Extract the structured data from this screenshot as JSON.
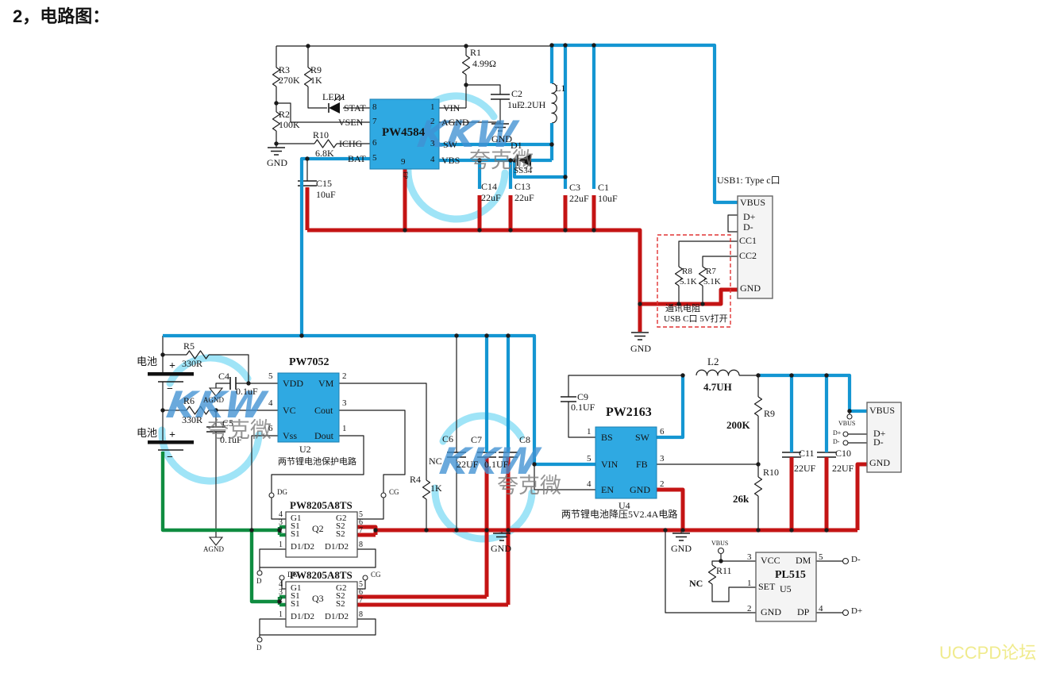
{
  "title": "2，电路图：",
  "forum_watermark": "UCCPD论坛",
  "brand": {
    "kkw": "KKW",
    "company": "夸克微"
  },
  "charger": {
    "chip_name": "PW4584",
    "pin9": "9",
    "pad": "EP",
    "gnd": "GND",
    "pins": {
      "stat": {
        "n": "8",
        "name": "STAT"
      },
      "vsen": {
        "n": "7",
        "name": "VSEN"
      },
      "ichg": {
        "n": "6",
        "name": "ICHG"
      },
      "bat": {
        "n": "5",
        "name": "BAT"
      },
      "vin": {
        "n": "1",
        "name": "VIN"
      },
      "agnd": {
        "n": "2",
        "name": "AGND"
      },
      "sw": {
        "n": "3",
        "name": "SW"
      },
      "vbs": {
        "n": "4",
        "name": "VBS"
      }
    },
    "r3": {
      "ref": "R3",
      "value": "270K"
    },
    "r9": {
      "ref": "R9",
      "value": "1K"
    },
    "r2": {
      "ref": "R2",
      "value": "100K"
    },
    "r10": {
      "ref": "R10",
      "value": "6.8K"
    },
    "r1": {
      "ref": "R1",
      "value": "4.99Ω"
    },
    "led1": {
      "ref": "LED1"
    },
    "c2": {
      "ref": "C2",
      "value": "1uF"
    },
    "l1": {
      "ref": "L1",
      "value": "2.2UH"
    },
    "d1": {
      "ref": "D1",
      "value": "SS34"
    },
    "c15": {
      "ref": "C15",
      "value": "10uF"
    },
    "c14": {
      "ref": "C14",
      "value": "22uF"
    },
    "c13": {
      "ref": "C13",
      "value": "22uF"
    },
    "c3": {
      "ref": "C3",
      "value": "22uF"
    },
    "c1": {
      "ref": "C1",
      "value": "10uF"
    }
  },
  "usb_in": {
    "title": "USB1: Type c口",
    "gnd": "GND",
    "pins": [
      "VBUS",
      "D+",
      "D-",
      "CC1",
      "CC2",
      "GND"
    ],
    "r8": {
      "ref": "R8",
      "value": "5.1K"
    },
    "r7": {
      "ref": "R7",
      "value": "5.1K"
    },
    "note1": "通讯电阻",
    "note2": "USB C口 5V打开"
  },
  "protection": {
    "chip_name": "PW7052",
    "ref": "U2",
    "caption": "两节锂电池保护电路",
    "battery": "电池",
    "plus": "+",
    "minus": "−",
    "agnd": "AGND",
    "dg": "DG",
    "cg": "CG",
    "d": "D",
    "pins": {
      "vdd": {
        "n": "5",
        "name": "VDD"
      },
      "vc": {
        "n": "4",
        "name": "VC"
      },
      "vss": {
        "n": "6",
        "name": "Vss"
      },
      "vm": {
        "n": "2",
        "name": "VM"
      },
      "cout": {
        "n": "3",
        "name": "Cout"
      },
      "dout": {
        "n": "1",
        "name": "Dout"
      }
    },
    "r5": {
      "ref": "R5",
      "value": "330R"
    },
    "r6": {
      "ref": "R6",
      "value": "330R"
    },
    "c4": {
      "ref": "C4",
      "value": "0.1uF"
    },
    "c5": {
      "ref": "C5",
      "value": "0.1uF"
    }
  },
  "mosfet": {
    "chip_name": "PW8205A8TS",
    "q2": "Q2",
    "q3": "Q3",
    "pins_left": [
      "G1",
      "S1",
      "S1",
      "D1/D2"
    ],
    "pins_right": [
      "G2",
      "S2",
      "S2",
      "D1/D2"
    ],
    "nums_left": [
      "4",
      "3",
      "2",
      "1"
    ],
    "nums_right": [
      "5",
      "6",
      "7",
      "8"
    ],
    "r4": {
      "ref": "R4",
      "value": "1K"
    }
  },
  "buck": {
    "chip_name": "PW2163",
    "ref": "U4",
    "caption": "两节锂电池降压5V2.4A电路",
    "gnd": "GND",
    "pins": {
      "bs": {
        "n": "1",
        "name": "BS"
      },
      "vin": {
        "n": "5",
        "name": "VIN"
      },
      "en": {
        "n": "4",
        "name": "EN"
      },
      "sw": {
        "n": "6",
        "name": "SW"
      },
      "fb": {
        "n": "3",
        "name": "FB"
      },
      "gnd": {
        "n": "2",
        "name": "GND"
      }
    },
    "c9": {
      "ref": "C9",
      "value": "0.1UF"
    },
    "c6": {
      "ref": "C6",
      "value": "NC"
    },
    "c7": {
      "ref": "C7",
      "value": "22UF"
    },
    "c8": {
      "ref": "C8",
      "value": "0.1UF"
    },
    "l2": {
      "ref": "L2",
      "value": "4.7UH"
    },
    "r9": {
      "ref": "R9",
      "value": "200K"
    },
    "r10": {
      "ref": "R10",
      "value": "26k"
    },
    "c11": {
      "ref": "C11",
      "value": "22UF"
    },
    "c10": {
      "ref": "C10",
      "value": "22UF"
    }
  },
  "usb_out": {
    "pins": [
      "VBUS",
      "D+",
      "D-",
      "GND"
    ],
    "stub_vbus": "VBUS",
    "stub_dp": "D+",
    "stub_dm": "D-"
  },
  "usb_id": {
    "chip_name": "PL515",
    "ref": "U5",
    "gnd": "GND",
    "pins": {
      "vcc": {
        "n": "3",
        "name": "VCC"
      },
      "set": {
        "n": "1",
        "name": "SET"
      },
      "gnd": {
        "n": "2",
        "name": "GND"
      },
      "dm": {
        "n": "5",
        "name": "DM"
      },
      "dp": {
        "n": "4",
        "name": "DP"
      }
    },
    "r11": {
      "ref": "R11"
    },
    "nc": "NC",
    "vbus": "VBUS",
    "dm_net": "D-",
    "dp_net": "D+"
  }
}
